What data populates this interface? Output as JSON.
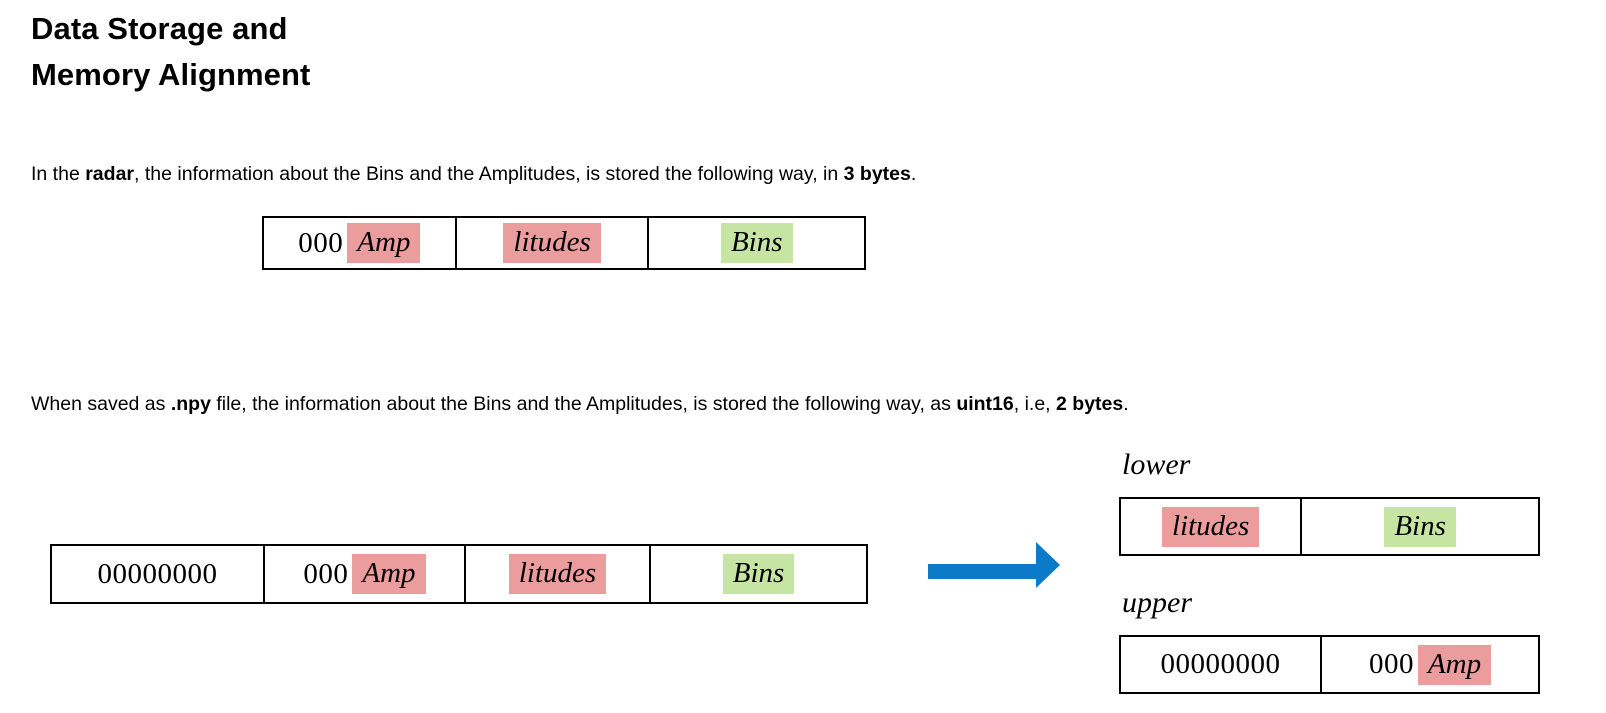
{
  "title": "Data Storage and\nMemory Alignment",
  "paragraphs": {
    "radar": {
      "part1": "In the ",
      "bold1": "radar",
      "part2": ", the information about the Bins and the Amplitudes, is stored the following way, in ",
      "bold2": "3 bytes",
      "part3": "."
    },
    "npy": {
      "part1": "When saved as ",
      "bold1": ".npy",
      "part2": " file, the information about the Bins and the Amplitudes, is stored the following way, as ",
      "bold2": "uint16",
      "part3": ", i.e, ",
      "bold3": "2 bytes",
      "part4": "."
    }
  },
  "diagrams": {
    "radar_3bytes": {
      "cells": [
        {
          "zeros": "000",
          "tag": "Amp",
          "tag_color": "pink"
        },
        {
          "zeros": "",
          "tag": "litudes",
          "tag_color": "pink"
        },
        {
          "zeros": "",
          "tag": "Bins",
          "tag_color": "green"
        }
      ]
    },
    "npy_4cells": {
      "cells": [
        {
          "zeros": "00000000",
          "tag": "",
          "tag_color": ""
        },
        {
          "zeros": "000",
          "tag": "Amp",
          "tag_color": "pink"
        },
        {
          "zeros": "",
          "tag": "litudes",
          "tag_color": "pink"
        },
        {
          "zeros": "",
          "tag": "Bins",
          "tag_color": "green"
        }
      ]
    },
    "lower": {
      "label": "lower",
      "cells": [
        {
          "zeros": "",
          "tag": "litudes",
          "tag_color": "pink"
        },
        {
          "zeros": "",
          "tag": "Bins",
          "tag_color": "green"
        }
      ]
    },
    "upper": {
      "label": "upper",
      "cells": [
        {
          "zeros": "00000000",
          "tag": "",
          "tag_color": ""
        },
        {
          "zeros": "000",
          "tag": "Amp",
          "tag_color": "pink"
        }
      ]
    }
  },
  "colors": {
    "pink_highlight": "#eb9c9c",
    "green_highlight": "#c6e5a2",
    "arrow_blue": "#0b7ac8",
    "box_border": "#000000",
    "text": "#000000",
    "background": "#ffffff"
  },
  "icons": {
    "arrow": "right-arrow-icon"
  }
}
